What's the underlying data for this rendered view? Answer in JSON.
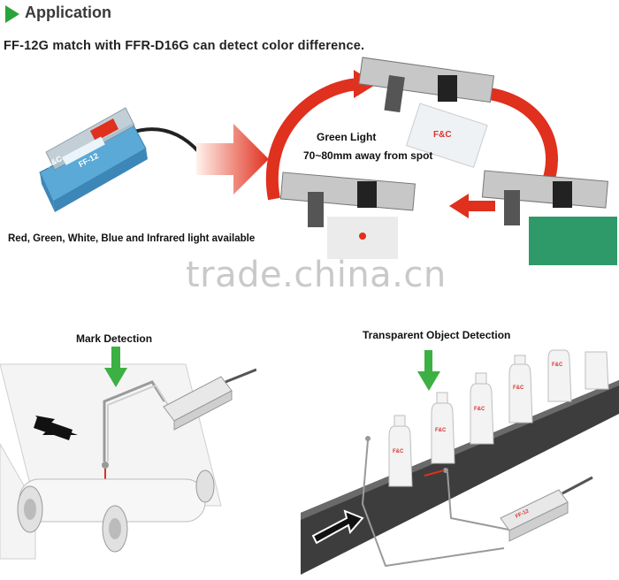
{
  "header": {
    "title": "Application",
    "accent_color": "#2aa43a"
  },
  "tagline": "FF-12G match with FFR-D16G can  detect color difference.",
  "product": {
    "brand": "F&C",
    "model": "FF-12",
    "caption": "Red, Green, White, Blue and Infrared light available"
  },
  "demo": {
    "light_label": "Green Light",
    "distance_label": "70~80mm away from spot"
  },
  "mark_detection": {
    "title": "Mark Detection"
  },
  "transparent_detection": {
    "title": "Transparent  Object Detection",
    "bottle_label": "F&C",
    "amp_label": "FF-12"
  },
  "watermark": "trade.china.cn",
  "colors": {
    "arrow_red": "#e0301e",
    "arrow_green": "#3cb043",
    "sensor_blue": "#5aa9d6",
    "conveyor_dark": "#3d3d3d"
  }
}
